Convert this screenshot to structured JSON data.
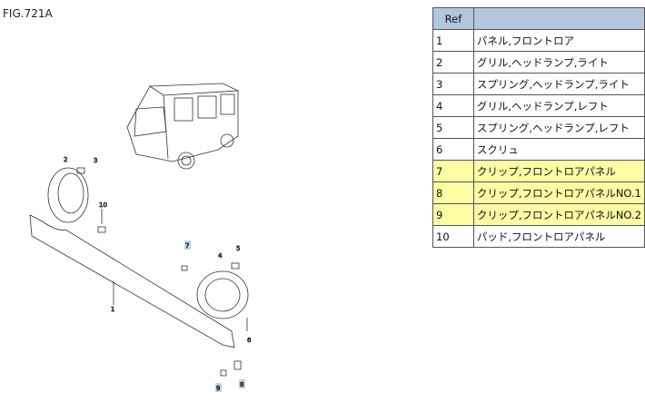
{
  "figure_title": "FIG.721A",
  "table": {
    "headers": [
      "Ref",
      ""
    ],
    "rows": [
      {
        "ref": "1",
        "name": "パネル,フロントロア",
        "highlight": false
      },
      {
        "ref": "2",
        "name": "グリル,ヘッドランプ,ライト",
        "highlight": false
      },
      {
        "ref": "3",
        "name": "スプリング,ヘッドランプ,ライト",
        "highlight": false
      },
      {
        "ref": "4",
        "name": "グリル,ヘッドランプ,レフト",
        "highlight": false
      },
      {
        "ref": "5",
        "name": "スプリング,ヘッドランプ,レフト",
        "highlight": false
      },
      {
        "ref": "6",
        "name": "スクリュ",
        "highlight": false
      },
      {
        "ref": "7",
        "name": "クリップ,フロントロアパネル",
        "highlight": true
      },
      {
        "ref": "8",
        "name": "クリップ,フロントロアパネルNO.1",
        "highlight": true
      },
      {
        "ref": "9",
        "name": "クリップ,フロントロアパネルNO.2",
        "highlight": true
      },
      {
        "ref": "10",
        "name": "パッド,フロントロアパネル",
        "highlight": false
      }
    ]
  },
  "callouts": [
    "1",
    "2",
    "3",
    "4",
    "5",
    "6",
    "7",
    "8",
    "9",
    "10"
  ],
  "colors": {
    "header": "#b4c6de",
    "highlight": "#fdfba4",
    "callout_highlight": "#bcd6f0"
  }
}
